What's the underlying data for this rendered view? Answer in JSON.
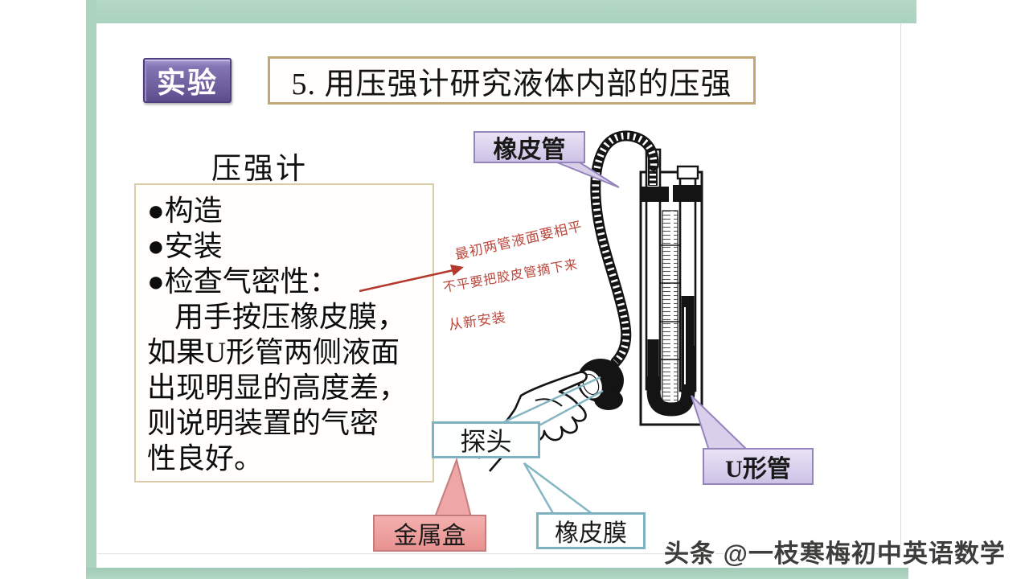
{
  "page": {
    "frame_color": "#abd3c0",
    "slide_background": "#ffffff",
    "watermark": "头条 @一枝寒梅初中英语数学"
  },
  "header": {
    "badge_label": "实验",
    "badge_color": "#71619f",
    "title": "5. 用压强计研究液体内部的压强",
    "title_border_color": "#c3a877"
  },
  "content": {
    "heading": "压强计",
    "box_lines": [
      "●构造",
      "●安装",
      "●检查气密性：",
      "用手按压橡皮膜，",
      "如果U形管两侧液面",
      "出现明显的高度差，",
      "则说明装置的气密",
      "性良好。"
    ]
  },
  "annotations": {
    "color": "#b5382c",
    "handwriting_lines": [
      "最初两管液面要相平",
      "不平要把胶皮管摘下来",
      "从新安装"
    ]
  },
  "diagram_labels": {
    "rubber_tube": "橡皮管",
    "probe": "探头",
    "metal_box": "金属盒",
    "rubber_membrane": "橡皮膜",
    "u_tube": "U形管",
    "lavender_color": "#cdc2e6",
    "teal_border_color": "#7fb2c0",
    "pink_color": "#e89290"
  }
}
